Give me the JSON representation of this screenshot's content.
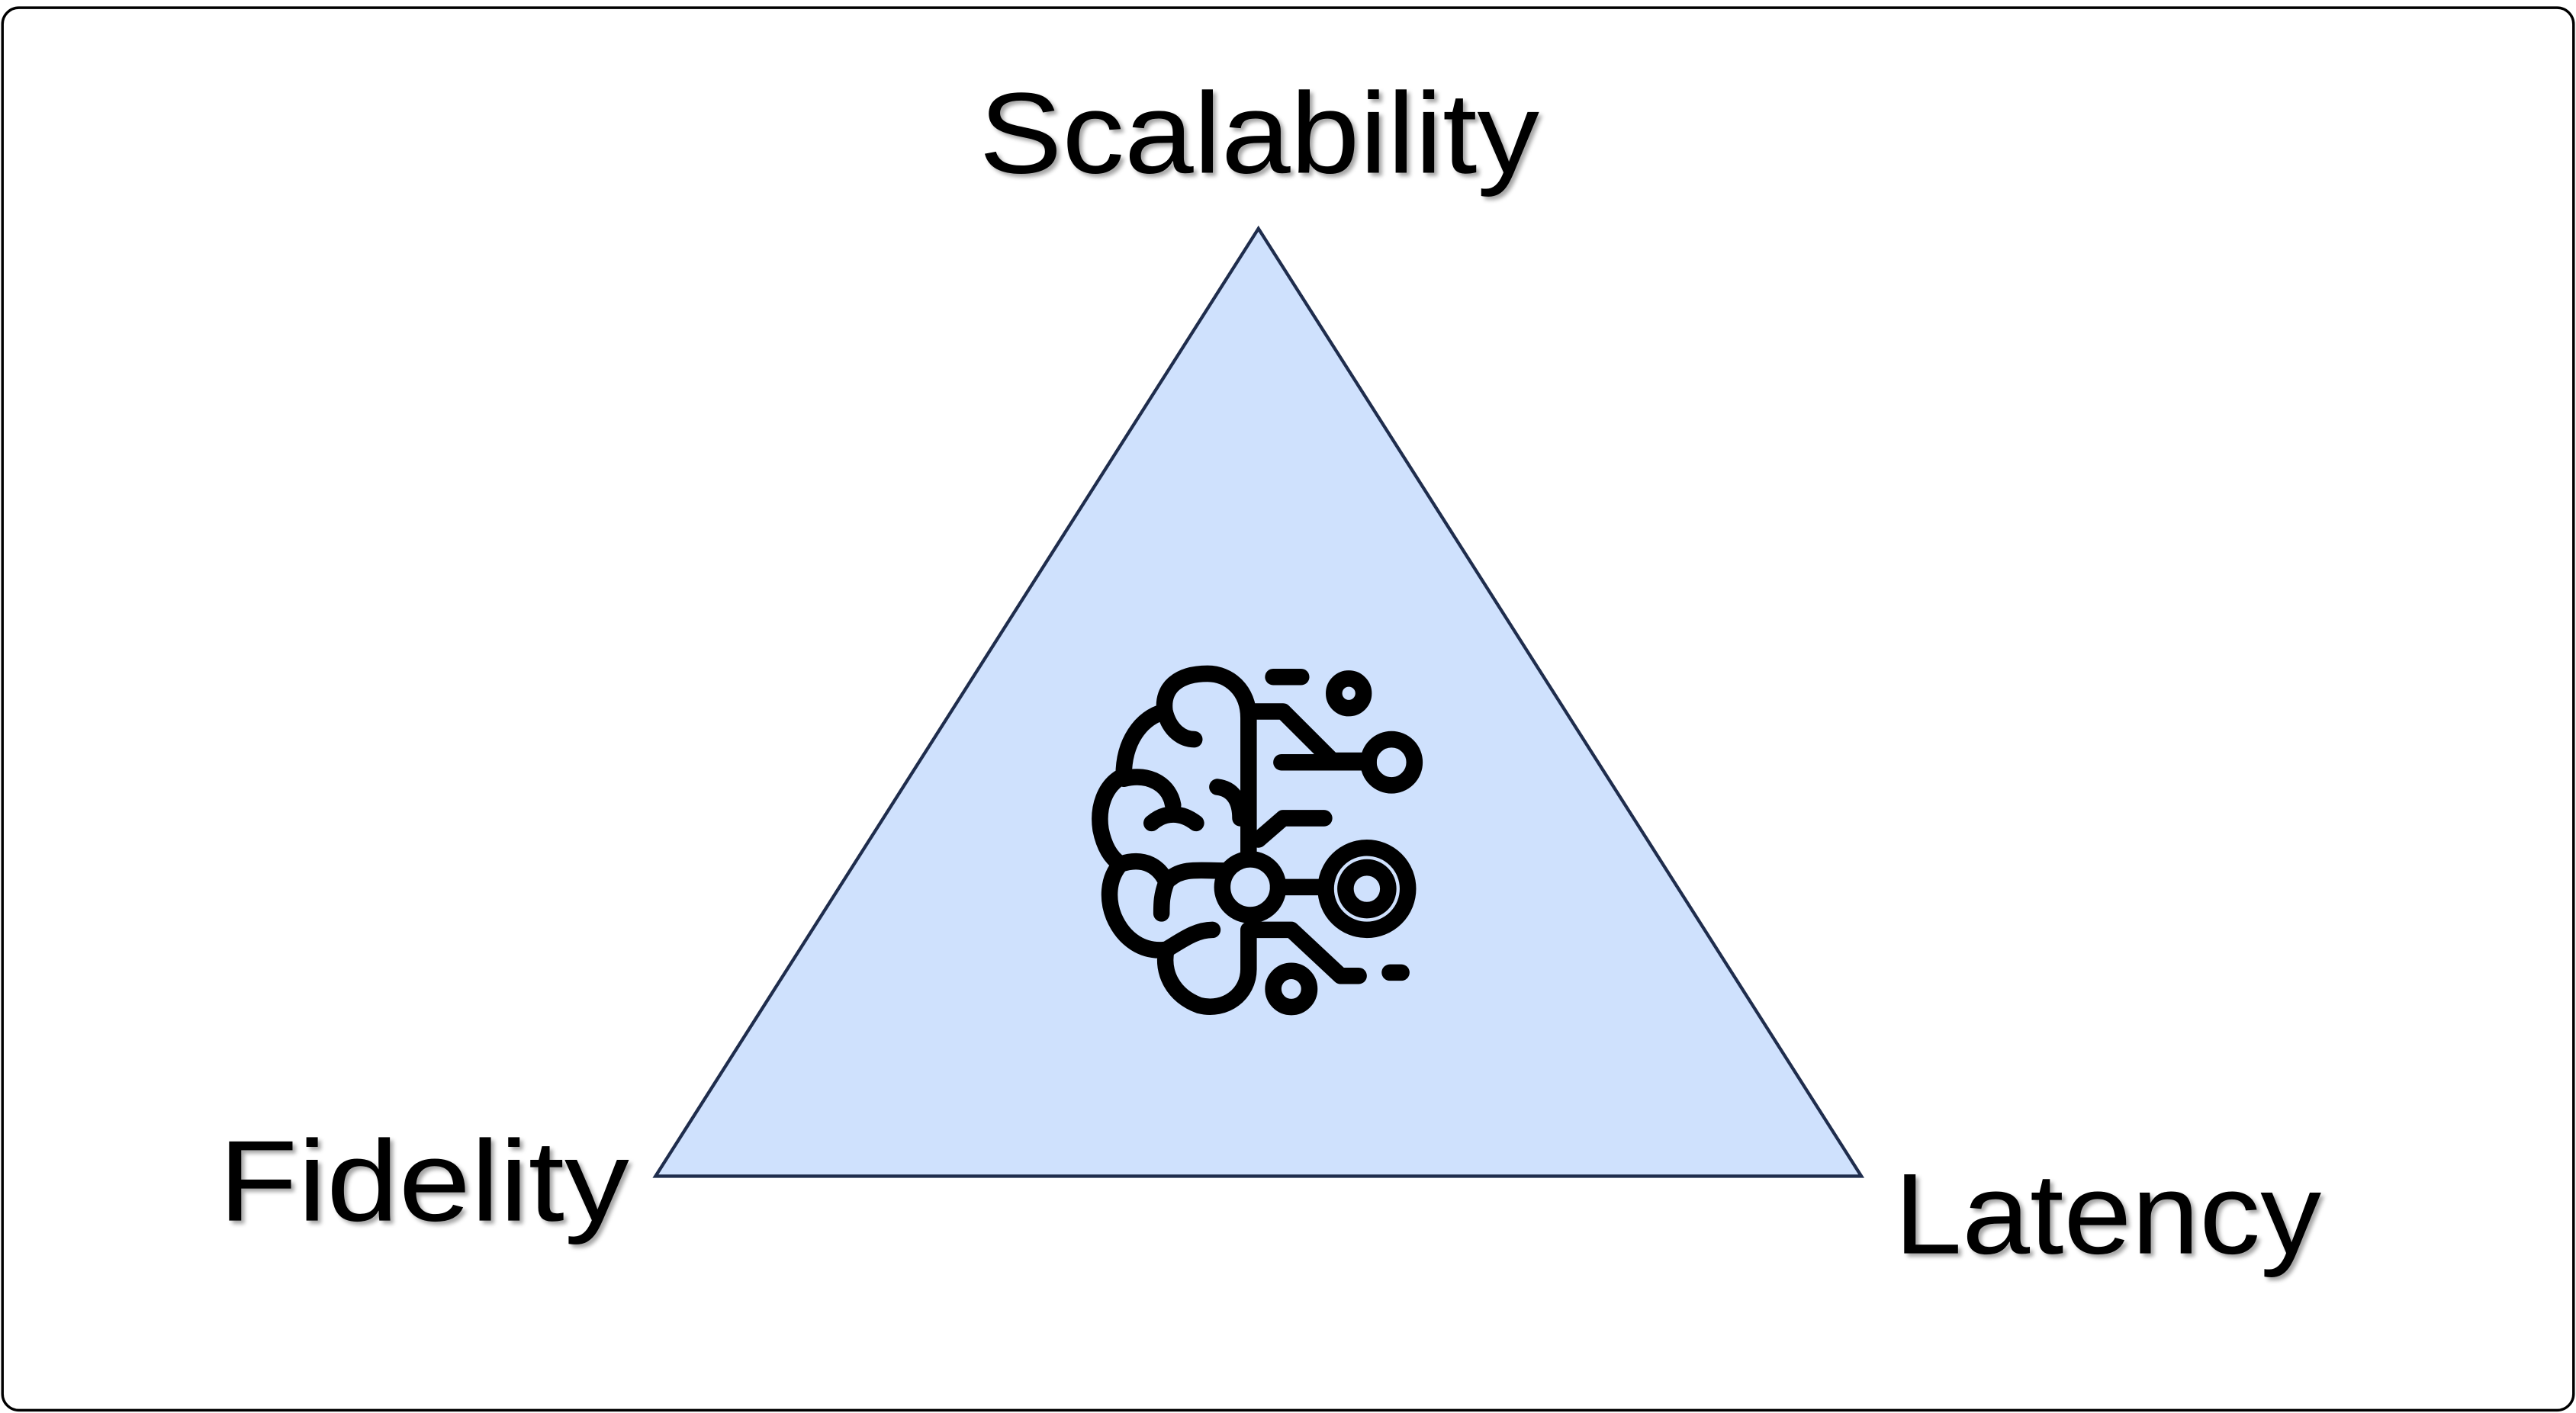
{
  "diagram": {
    "type": "trade-off triangle",
    "vertices": {
      "top": "Scalability",
      "bottom_left": "Fidelity",
      "bottom_right": "Latency"
    },
    "center_icon": "ai-brain-circuit-icon",
    "colors": {
      "triangle_fill": "#cfe1fd",
      "triangle_stroke": "#1f2d4d",
      "icon": "#000000",
      "frame": "#000000"
    }
  }
}
